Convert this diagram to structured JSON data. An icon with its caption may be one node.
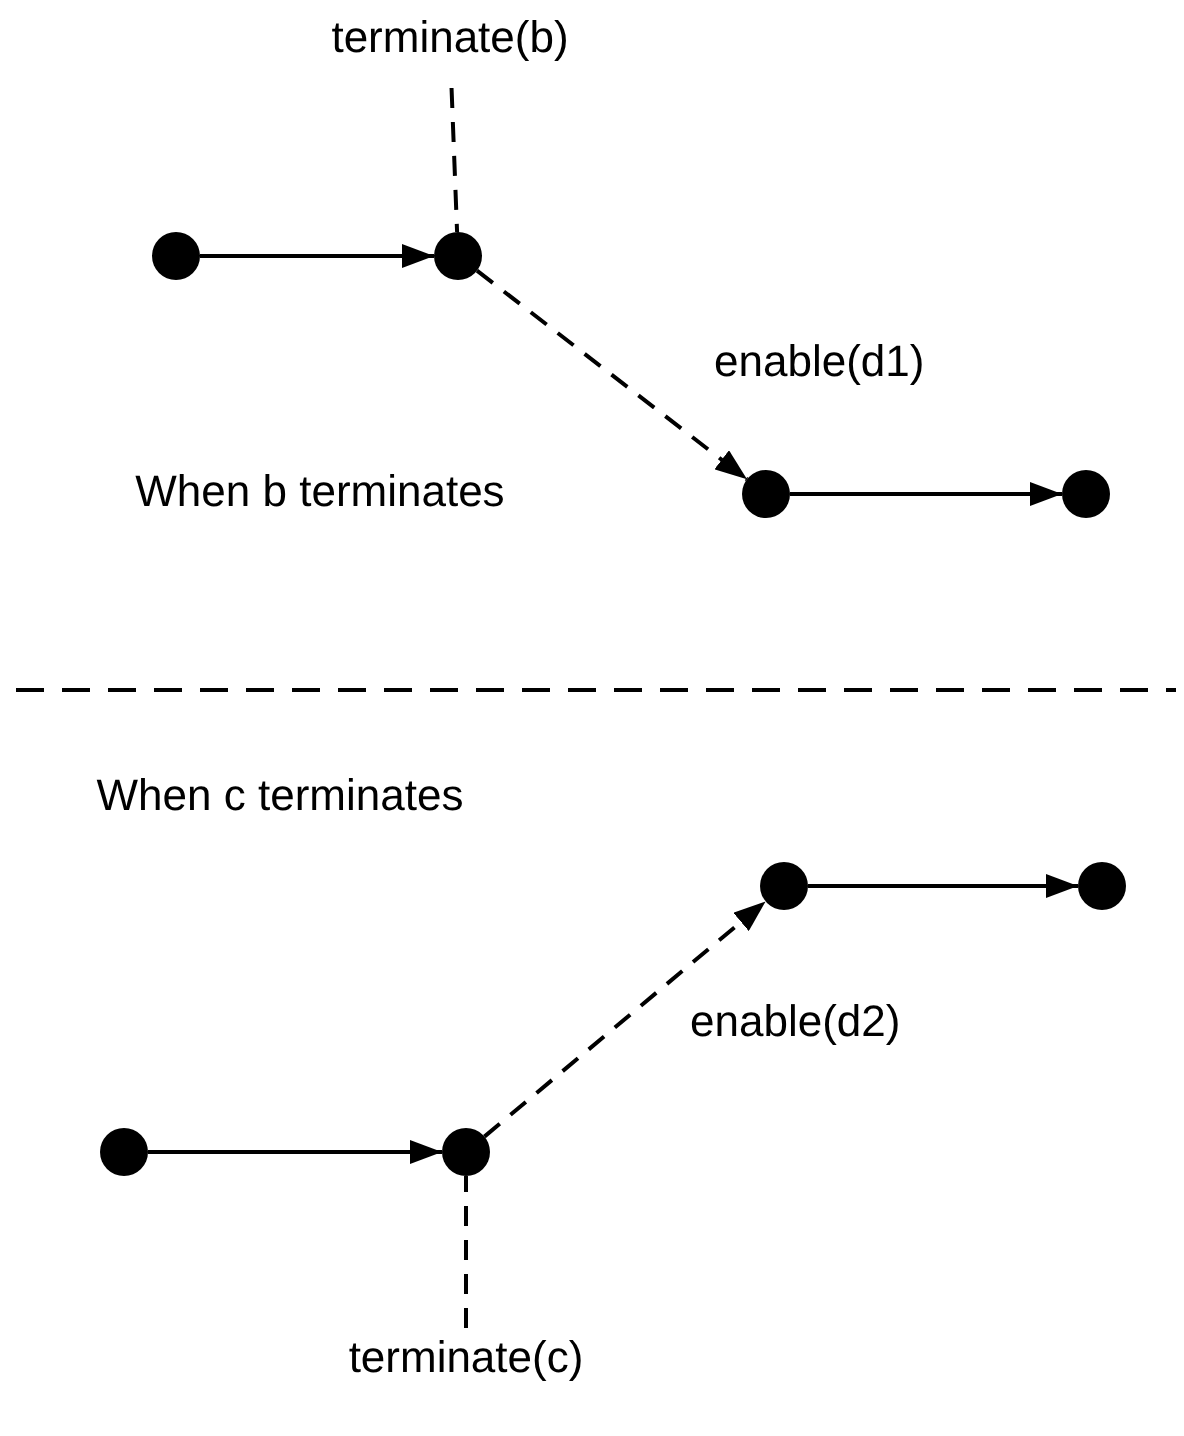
{
  "diagram": {
    "nodes": [
      {
        "text": [
          "terminate(b)"
        ]
      },
      {
        "text": [],
        "shape": "circle"
      },
      {
        "text": [],
        "shape": "circle"
      },
      {
        "text": [],
        "shape": "circle"
      },
      {
        "text": [],
        "shape": "circle"
      },
      {
        "text": [],
        "shape": "circle"
      },
      {
        "text": [],
        "shape": "circle"
      },
      {
        "text": [],
        "shape": "circle"
      },
      {
        "text": [],
        "shape": "circle"
      },
      {
        "text": [
          "terminate(c)"
        ]
      }
    ],
    "edges": [
      {
        "from": 0,
        "to": 2,
        "arrow": "none",
        "style": "dashed"
      },
      {
        "from": 1,
        "to": 2,
        "arrow": "to"
      },
      {
        "from": 2,
        "to": 3,
        "arrow": "to",
        "style": "dashed",
        "label": "enable(d1)"
      },
      {
        "from": 3,
        "to": 4,
        "arrow": "to"
      },
      {
        "from": 8,
        "to": 5,
        "arrow": "to",
        "style": "dashed",
        "label": "enable(d2)"
      },
      {
        "from": 5,
        "to": 6,
        "arrow": "to"
      },
      {
        "from": 7,
        "to": 8,
        "arrow": "to"
      },
      {
        "from": 9,
        "to": 8,
        "arrow": "none",
        "style": "dashed"
      }
    ],
    "labels": [
      "When b terminates",
      "When c terminates"
    ]
  }
}
